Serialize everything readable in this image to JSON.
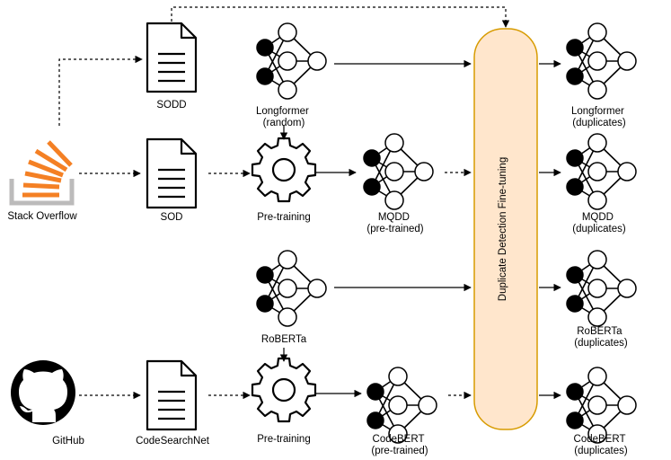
{
  "sources": {
    "stack_overflow": "Stack Overflow",
    "github": "GitHub"
  },
  "datasets": {
    "sodd": "SODD",
    "sod": "SOD",
    "code_search_net": "CodeSearchNet"
  },
  "models": {
    "longformer_random": [
      "Longformer",
      "(random)"
    ],
    "mqdd_pretrained": [
      "MQDD",
      "(pre-trained)"
    ],
    "roberta": [
      "RoBERTa"
    ],
    "codebert_pretrained": [
      "CodeBERT",
      "(pre-trained)"
    ]
  },
  "steps": {
    "pretraining_top": "Pre-training",
    "pretraining_bottom": "Pre-training"
  },
  "finetuning": {
    "label": "Duplicate Detection Fine-tuning",
    "fill": "#FFE6CC",
    "stroke": "#D79B00"
  },
  "outputs": {
    "longformer": [
      "Longformer",
      "(duplicates)"
    ],
    "mqdd": [
      "MQDD",
      "(duplicates)"
    ],
    "roberta": [
      "RoBERTa",
      "(duplicates)"
    ],
    "codebert": [
      "CodeBERT",
      "(duplicates)"
    ]
  },
  "colors": {
    "stack_orange": "#F48024",
    "stack_gray": "#BCBBBB",
    "ink": "#000000"
  },
  "icons": {
    "document": "document-icon",
    "gear": "gear-icon",
    "neural_net": "neural-network-icon",
    "stackoverflow": "stack-overflow-logo",
    "github": "github-logo"
  }
}
